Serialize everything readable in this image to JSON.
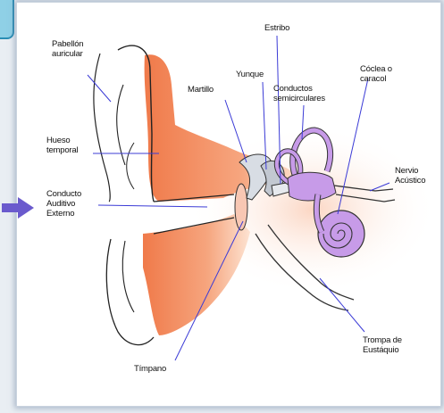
{
  "labels": {
    "pabellon": "Pabellón\nauricular",
    "hueso": "Hueso\ntemporal",
    "conducto": "Conducto\nAuditivo\nExterno",
    "martillo": "Martillo",
    "yunque": "Yunque",
    "estribo": "Estribo",
    "semicirculares": "Conductos\nsemicirculares",
    "coclea": "Cóclea o\ncaracol",
    "nervio": "Nervio\nAcústico",
    "timpano": "Tímpano",
    "trompa": "Trompa de\nEustáquio"
  },
  "colors": {
    "outer_ear": "#f08a5d",
    "outer_glow": "#fde3d2",
    "inner_ear": "#c79be8",
    "leader_line": "#3b3bd6",
    "arrow": "#6a5acd"
  }
}
